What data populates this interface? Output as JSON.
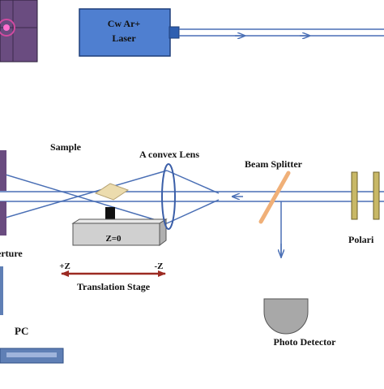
{
  "labels": {
    "laser_line1": "Cw Ar+",
    "laser_line2": "Laser",
    "sample": "Sample",
    "convex_lens": "A convex Lens",
    "beam_splitter": "Beam Splitter",
    "aperture": "erture",
    "polarizer": "Polari",
    "z_zero": "Z=0",
    "plus_z": "+Z",
    "minus_z": "-Z",
    "translation_stage": "Translation Stage",
    "pc": "PC",
    "photo_detector": "Photo Detector"
  },
  "colors": {
    "beam": "#4a6fb5",
    "laser_fill": "#4f7fd0",
    "laser_stroke": "#1f3f7a",
    "stage_fill": "#d0d0d0",
    "sample_fill": "#ecdcae",
    "splitter": "#f0b078",
    "detector_fill": "#a8a8a8",
    "polarizer_fill": "#c8b866",
    "translation_arrow": "#9c2a22",
    "screen_panel": "#6a4c80",
    "pc_fill": "#5f7fb5"
  }
}
